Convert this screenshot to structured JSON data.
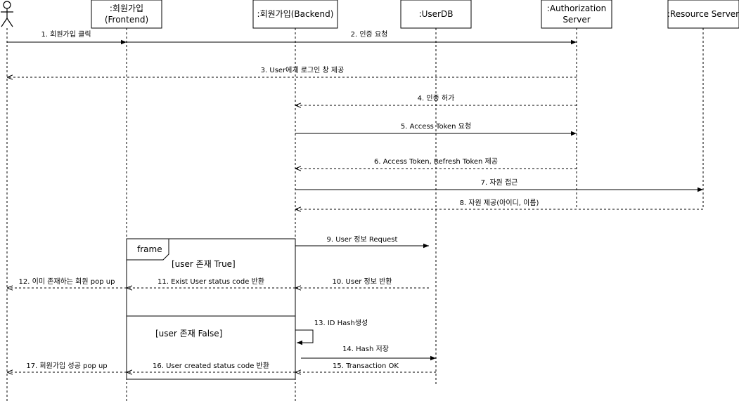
{
  "participants": {
    "frontend": {
      "line1": ":회원가입",
      "line2": "(Frontend)"
    },
    "backend": {
      "label": ":회원가입(Backend)"
    },
    "userdb": {
      "label": ":UserDB"
    },
    "auth": {
      "line1": ":Authorization",
      "line2": "Server"
    },
    "resource": {
      "label": ":Resource Server"
    }
  },
  "messages": {
    "m1": "1. 회원가입 클릭",
    "m2": "2. 인증 요청",
    "m3": "3. User에게 로그인 창 제공",
    "m4": "4. 인증 허가",
    "m5": "5. Access Token 요청",
    "m6": "6. Access Token, Refresh Token 제공",
    "m7": "7. 자원 접근",
    "m8": "8. 자원 제공(아이디, 이름)",
    "m9": "9. User 정보 Request",
    "m10": "10. User 정보 반환",
    "m11": "11. Exist User status code 반환",
    "m12": "12. 이미 존재하는 회원 pop up",
    "m13": "13. ID Hash생성",
    "m14": "14. Hash 저장",
    "m15": "15. Transaction OK",
    "m16": "16. User created status code 반환",
    "m17": "17. 회원가입 성공 pop up"
  },
  "frame": {
    "label": "frame",
    "guard_true": "[user 존재 True]",
    "guard_false": "[user 존재 False]"
  },
  "colors": {
    "stroke": "#000000",
    "background": "#ffffff"
  }
}
